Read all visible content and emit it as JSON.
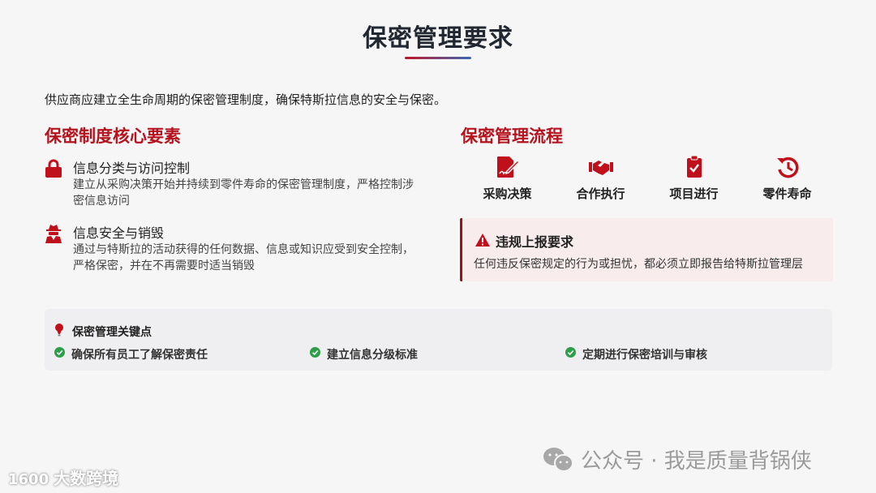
{
  "page": {
    "title": "保密管理要求",
    "intro": "供应商应建立全生命周期的保密管理制度，确保特斯拉信息的安全与保密。"
  },
  "colors": {
    "accent_red": "#b5141f",
    "underline_gradient": [
      "#c0192b",
      "#3a67b0"
    ],
    "check_green": "#2e9e4a",
    "alert_bg": "#f8eced"
  },
  "core_elements": {
    "title": "保密制度核心要素",
    "items": [
      {
        "icon": "lock-icon",
        "heading": "信息分类与访问控制",
        "description": "建立从采购决策开始并持续到零件寿命的保密管理制度，严格控制涉密信息访问"
      },
      {
        "icon": "user-secret-icon",
        "heading": "信息安全与销毁",
        "description": "通过与特斯拉的活动获得的任何数据、信息或知识应受到安全控制，严格保密，并在不再需要时适当销毁"
      }
    ]
  },
  "process": {
    "title": "保密管理流程",
    "steps": [
      {
        "icon": "file-signature-icon",
        "label": "采购决策"
      },
      {
        "icon": "handshake-icon",
        "label": "合作执行"
      },
      {
        "icon": "clipboard-check-icon",
        "label": "项目进行"
      },
      {
        "icon": "history-icon",
        "label": "零件寿命"
      }
    ]
  },
  "alert": {
    "icon": "warning-triangle-icon",
    "heading": "违规上报要求",
    "text": "任何违反保密规定的行为或担忧，都必须立即报告给特斯拉管理层"
  },
  "key_points": {
    "icon": "lightbulb-icon",
    "title": "保密管理关键点",
    "items": [
      {
        "icon": "check-circle-icon",
        "text": "确保所有员工了解保密责任"
      },
      {
        "icon": "check-circle-icon",
        "text": "建立信息分级标准"
      },
      {
        "icon": "check-circle-icon",
        "text": "定期进行保密培训与审核"
      }
    ]
  },
  "watermarks": {
    "left": "大数跨境",
    "left_logo": "1600",
    "right": "公众号 · 我是质量背锅侠"
  }
}
